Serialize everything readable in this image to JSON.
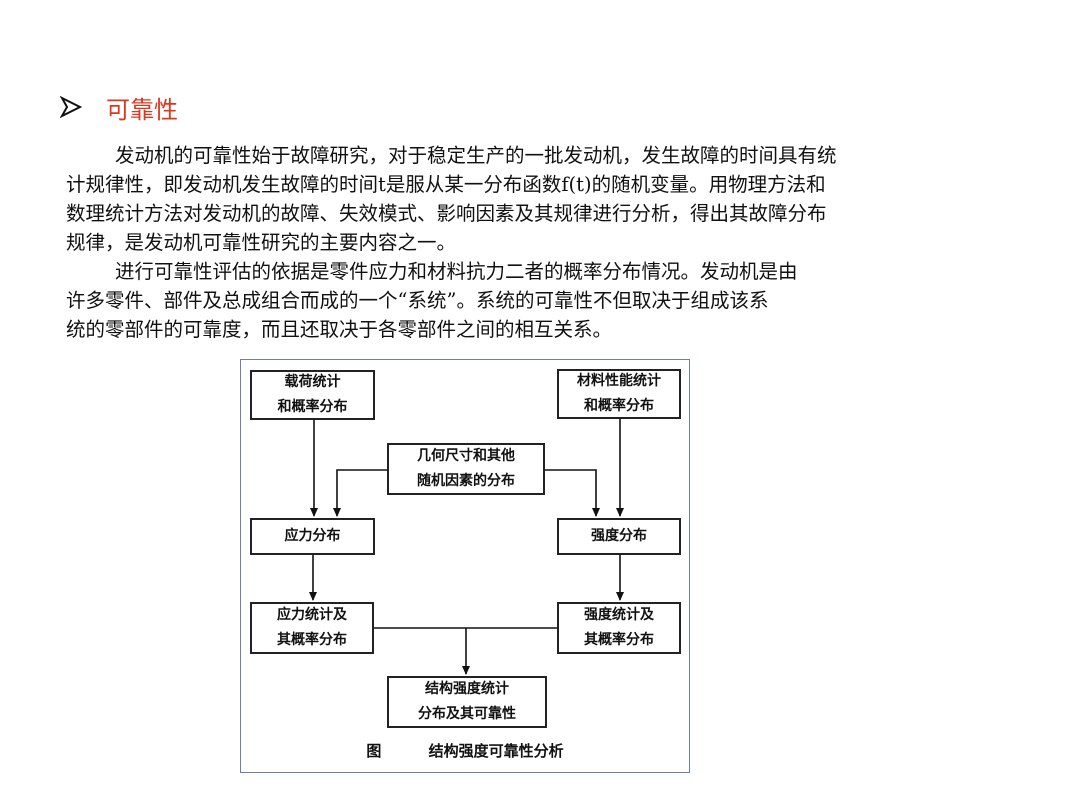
{
  "section": {
    "bullet_icon": "arrow-bullet-icon",
    "title": "可靠性",
    "title_color": "#d9391f"
  },
  "paragraph1": [
    "发动机的可靠性始于故障研究，对于稳定生产的一批发动机，发生故障的时间具有统",
    "计规律性，即发动机发生故障的时间t是服从某一分布函数f(t)的随机变量。用物理方法和",
    "数理统计方法对发动机的故障、失效模式、影响因素及其规律进行分析，得出其故障分布",
    "规律，是发动机可靠性研究的主要内容之一。"
  ],
  "paragraph2": [
    "进行可靠性评估的依据是零件应力和材料抗力二者的概率分布情况。发动机是由",
    "许多零件、部件及总成组合而成的一个“系统”。系统的可靠性不但取决于组成该系",
    "统的零部件的可靠度，而且还取决于各零部件之间的相互关系。"
  ],
  "figure": {
    "boxes": {
      "load_stats": [
        "载荷统计",
        "和概率分布"
      ],
      "material_stats": [
        "材料性能统计",
        "和概率分布"
      ],
      "geometry": [
        "几何尺寸和其他",
        "随机因素的分布"
      ],
      "stress_dist": [
        "应力分布"
      ],
      "strength_dist": [
        "强度分布"
      ],
      "stress_stats": [
        "应力统计及",
        "其概率分布"
      ],
      "strength_stats": [
        "强度统计及",
        "其概率分布"
      ],
      "reliability": [
        "结构强度统计",
        "分布及其可靠性"
      ]
    },
    "caption_label": "图",
    "caption_text": "结构强度可靠性分析"
  }
}
